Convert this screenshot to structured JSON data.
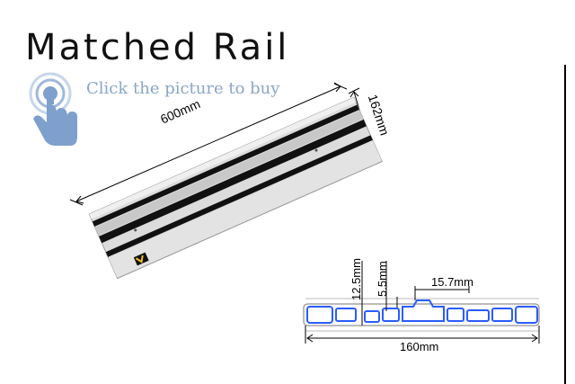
{
  "title": "Matched Rail",
  "cta": {
    "text": "Click the picture to buy",
    "icon": "tap-hand-icon",
    "color": "#8aa6c8"
  },
  "rail": {
    "length_label": "600mm",
    "width_label": "162mm",
    "body_color": "#d9d9d9",
    "stripe_color": "#111111",
    "logo_color": "#f0c020"
  },
  "profile": {
    "width_label": "160mm",
    "dim_a": "12.5mm",
    "dim_b": "5.5mm",
    "dim_c": "15.7mm",
    "outline_color": "#2a5cff"
  }
}
